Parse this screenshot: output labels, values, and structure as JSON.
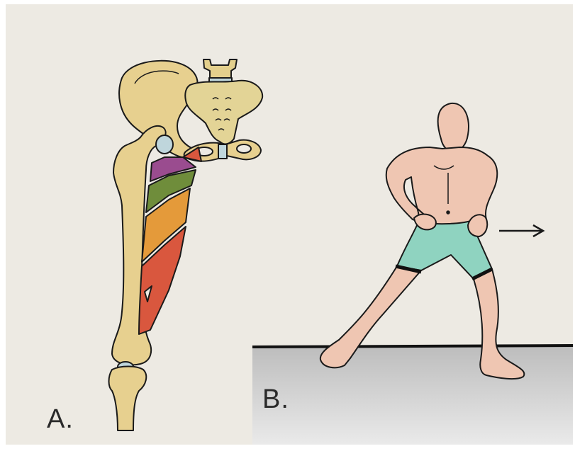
{
  "panels": [
    {
      "id": "anatomy",
      "label": "A."
    },
    {
      "id": "stretch",
      "label": "B."
    }
  ],
  "colors": {
    "paper": "#edeae3",
    "bone": "#e7d08f",
    "cartilage": "#bfd6dc",
    "muscle_purple": "#9a4c8f",
    "muscle_green": "#6f8d3b",
    "muscle_orange": "#e49a3a",
    "muscle_red": "#d9573e",
    "skin": "#efc6b2",
    "shorts": "#8fd3c0",
    "floor": "#c9c9c9",
    "ink": "#1a1a1a"
  },
  "icons": {
    "direction": "arrow-right-icon"
  }
}
